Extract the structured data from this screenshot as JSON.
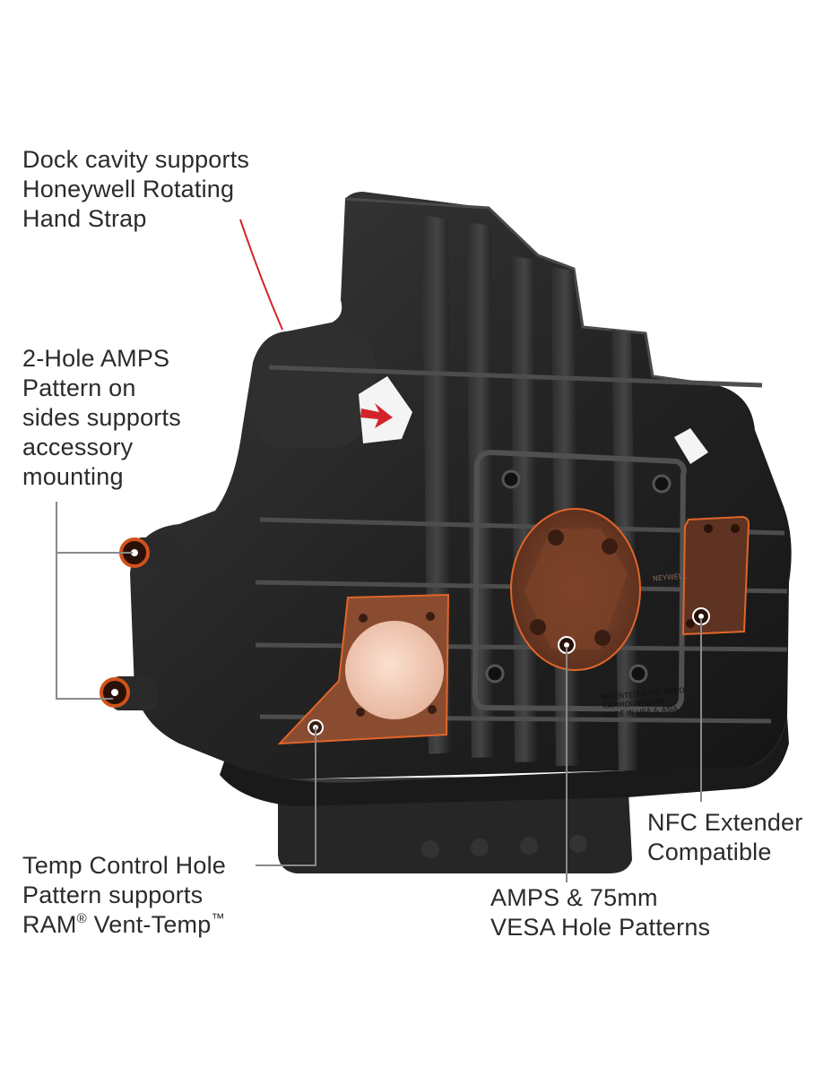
{
  "callouts": {
    "dock_cavity": {
      "lines": [
        "Dock cavity supports",
        "Honeywell Rotating",
        "Hand Strap"
      ]
    },
    "amps_sides": {
      "lines": [
        "2-Hole AMPS",
        "Pattern on",
        "sides supports",
        "accessory",
        "mounting"
      ]
    },
    "temp_control": {
      "lines": [
        "Temp Control Hole",
        "Pattern supports"
      ],
      "line3_prefix": "RAM",
      "line3_reg": "®",
      "line3_mid": " Vent-Temp",
      "line3_tm": "™"
    },
    "amps_vesa": {
      "lines": [
        "AMPS & 75mm",
        "VESA Hole Patterns"
      ]
    },
    "nfc": {
      "lines": [
        "NFC Extender",
        "Compatible"
      ]
    }
  },
  "product_markings": {
    "patent_lines": [
      "PATENTED & PAT. PEND.",
      "RAMMOUNT.COM",
      "MADE IN USA & ASIA"
    ],
    "model_fragment": "NEYWELL"
  },
  "colors": {
    "background": "#ffffff",
    "text": "#2b2b2b",
    "callout_line": "#8a8a8a",
    "accent_red": "#d3242b",
    "highlight_copper": "#b86a45",
    "highlight_outline": "#e0652a",
    "body_dark": "#1e1e1e"
  }
}
